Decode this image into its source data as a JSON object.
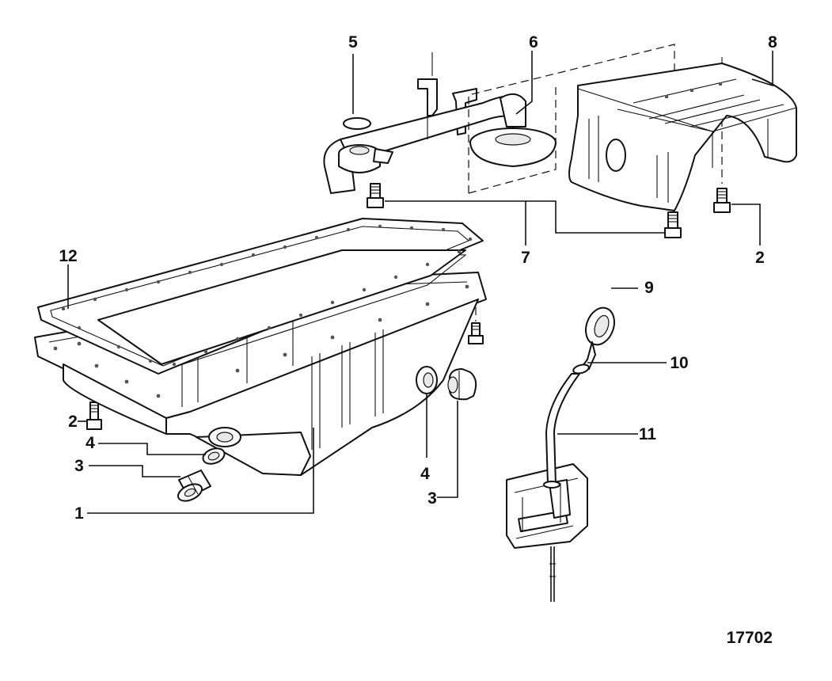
{
  "diagram": {
    "callouts": [
      {
        "id": "c5",
        "text": "5"
      },
      {
        "id": "c6",
        "text": "6"
      },
      {
        "id": "c8",
        "text": "8"
      },
      {
        "id": "c7",
        "text": "7"
      },
      {
        "id": "c2a",
        "text": "2"
      },
      {
        "id": "c12",
        "text": "12"
      },
      {
        "id": "c9",
        "text": "9"
      },
      {
        "id": "c10",
        "text": "10"
      },
      {
        "id": "c11",
        "text": "11"
      },
      {
        "id": "c2b",
        "text": "2"
      },
      {
        "id": "c4a",
        "text": "4"
      },
      {
        "id": "c3a",
        "text": "3"
      },
      {
        "id": "c1",
        "text": "1"
      },
      {
        "id": "c4b",
        "text": "4"
      },
      {
        "id": "c3b",
        "text": "3"
      }
    ],
    "figure_number": "17702"
  }
}
